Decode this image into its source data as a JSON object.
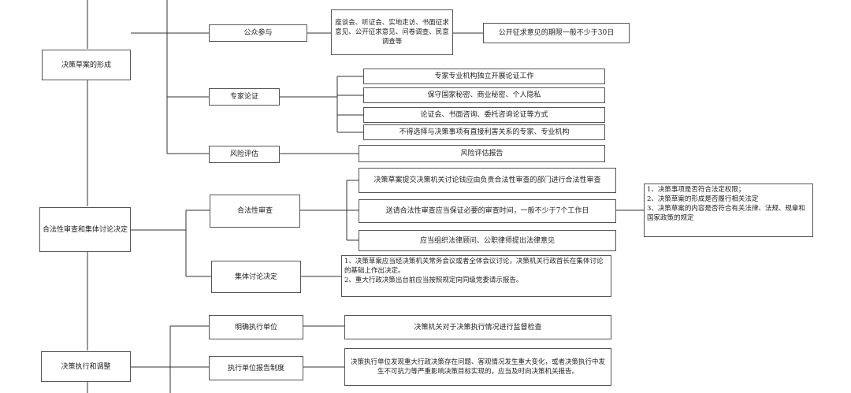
{
  "stages": {
    "formation": "决策草案的形成",
    "legality_collective": "合法性审查和集体讨论决定",
    "execution": "决策执行和调整"
  },
  "formation": {
    "public_participation": "公众参与",
    "public_methods": "座谈会、听证会、实地走访、书面征求意见、公开征求意见、问卷调查、民意调查等",
    "public_period": "公开征求意见的期限一般不少于30日",
    "expert_review": "专家论证",
    "expert_items": [
      "专家专业机构独立开展论证工作",
      "保守国家秘密、商业秘密、个人隐私",
      "论证会、书面咨询、委托咨询论证等方式",
      "不得选择与决策事项有直接利害关系的专家、专业机构"
    ],
    "risk_assessment": "风险评估",
    "risk_report": "风险评估报告"
  },
  "legality": {
    "legality_review": "合法性审查",
    "legality_items": [
      "决策草案提交决策机关讨论钱应由负责合法性审查的部门进行合法性审查",
      "送请合法性审查应当保证必要的审查时间，一般不少于7个工作日",
      "应当组织法律顾问、公职律师提出法律意见"
    ],
    "review_points": [
      "1、决策事项是否符合法定权限；",
      "2、决策草案的形成是否履行相关法定",
      "3、决策草案的内容是否符合有关法律、法规、规章和国家政策的规定"
    ],
    "collective_decision": "集体讨论决定",
    "collective_items": [
      "1、决策草案应当经决策机关常务会议或者全体会议讨论，决策机关行政首长在集体讨论的基础上作出决定。",
      "2、重大行政决策出台前应当按照规定向同级党委请示报告。"
    ]
  },
  "execution": {
    "clarify_unit": "明确执行单位",
    "clarify_detail": "决策机关对于决策执行情况进行监督检查",
    "report_system": "执行单位报告制度",
    "report_detail": "决策执行单位发现重大行政决策存在问题、客观情况发生重大变化，或者决策执行中发生不可抗力等严重影响决策目标实现的，应当及时向决策机关报告。"
  }
}
